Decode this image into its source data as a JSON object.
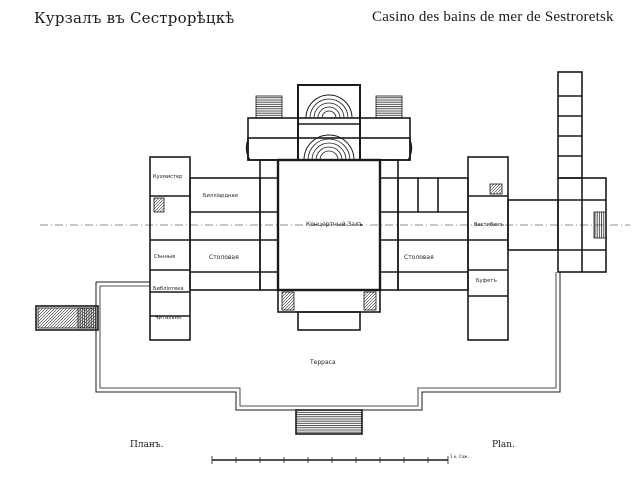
{
  "header": {
    "title_ru": "Курзалъ въ Сестрорѣцкѣ",
    "title_fr": "Casino des bains de mer de Sestroretsk"
  },
  "rooms": {
    "main_hall": "Концертный Залъ",
    "billiard": "Билліардная",
    "dining_left": "Столовая",
    "dining_right": "Столовая",
    "buffet": "Буфетъ",
    "vestibule": "Вестибюль",
    "porch": "Сѣнныя",
    "kitchen_top": "Кухмистер",
    "library": "Библіотека",
    "reading": "Читальня",
    "terrace": "Терраса"
  },
  "captions": {
    "plan_ru": "Планъ.",
    "plan_fr": "Plan.",
    "scale_unit": "1 к. Саж."
  },
  "colors": {
    "ink": "#1a1a1a",
    "paper": "#ffffff"
  }
}
